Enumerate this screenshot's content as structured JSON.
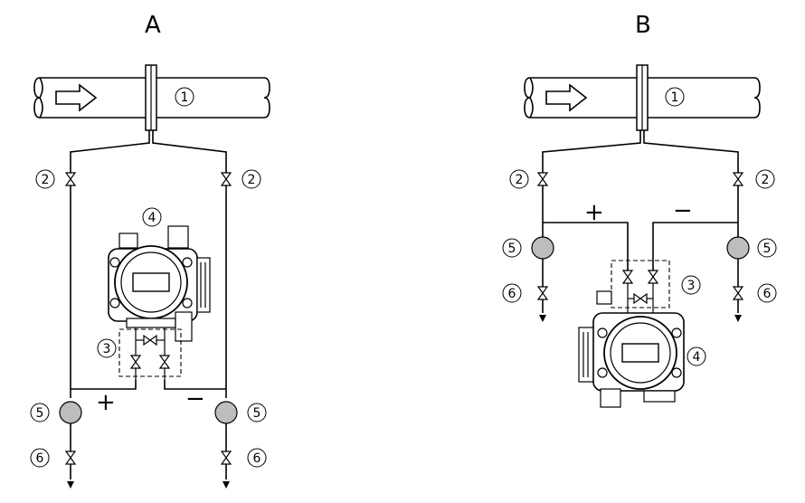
{
  "diagram": {
    "panel_a": {
      "title": "A",
      "callouts": {
        "orifice": "1",
        "valve_left": "2",
        "valve_right": "2",
        "manifold": "3",
        "transmitter": "4",
        "vessel_left": "5",
        "vessel_right": "5",
        "drain_left": "6",
        "drain_right": "6"
      },
      "plus": "+",
      "minus": "−"
    },
    "panel_b": {
      "title": "B",
      "callouts": {
        "orifice": "1",
        "valve_left": "2",
        "valve_right": "2",
        "manifold": "3",
        "transmitter": "4",
        "vessel_left": "5",
        "vessel_right": "5",
        "drain_left": "6",
        "drain_right": "6"
      },
      "plus": "+",
      "minus": "−"
    }
  }
}
